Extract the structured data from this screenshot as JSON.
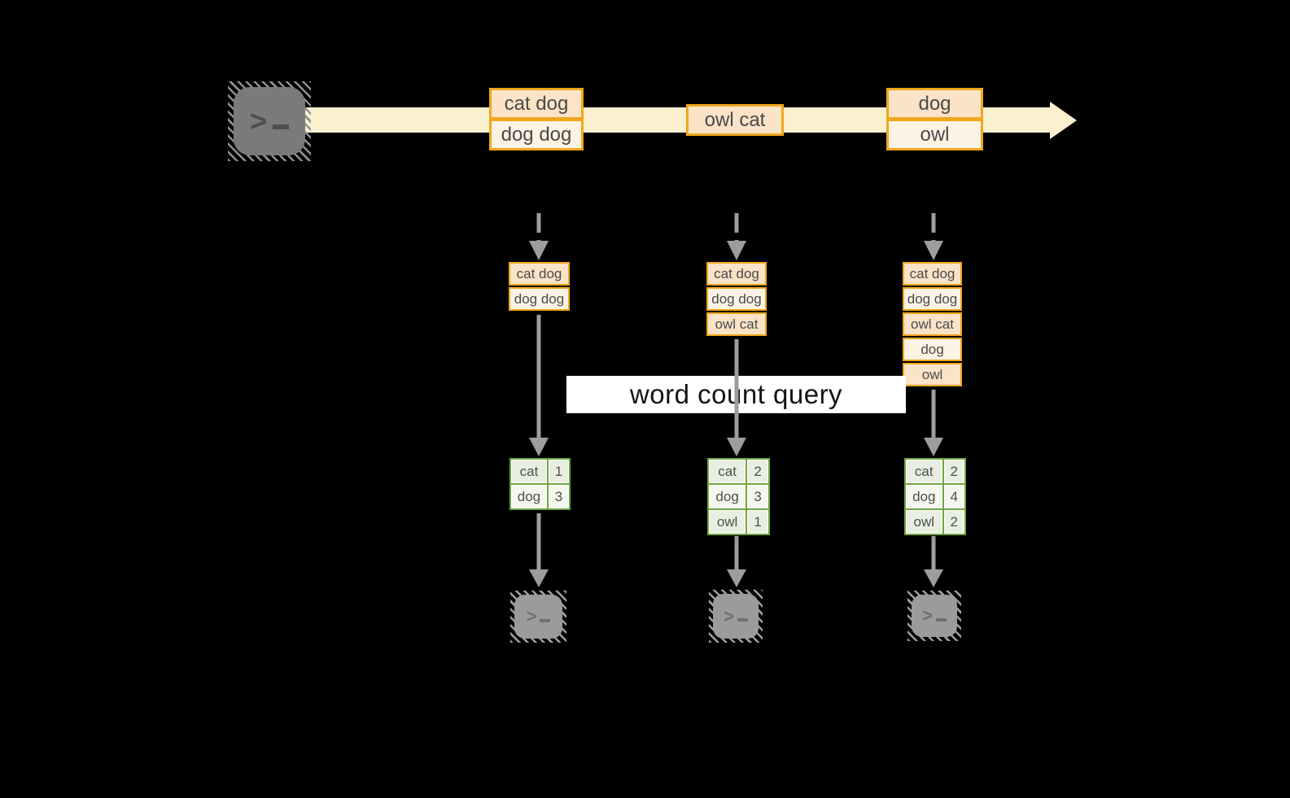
{
  "title": "word count query",
  "stream_batches": [
    [
      "cat dog",
      "dog dog"
    ],
    [
      "owl cat"
    ],
    [
      "dog",
      "owl"
    ]
  ],
  "pipelines": [
    {
      "inputs": [
        "cat dog",
        "dog dog"
      ],
      "counts": [
        {
          "word": "cat",
          "count": "1"
        },
        {
          "word": "dog",
          "count": "3"
        }
      ]
    },
    {
      "inputs": [
        "cat dog",
        "dog dog",
        "owl cat"
      ],
      "counts": [
        {
          "word": "cat",
          "count": "2"
        },
        {
          "word": "dog",
          "count": "3"
        },
        {
          "word": "owl",
          "count": "1"
        }
      ]
    },
    {
      "inputs": [
        "cat dog",
        "dog dog",
        "owl cat",
        "dog",
        "owl"
      ],
      "counts": [
        {
          "word": "cat",
          "count": "2"
        },
        {
          "word": "dog",
          "count": "4"
        },
        {
          "word": "owl",
          "count": "2"
        }
      ]
    }
  ],
  "icons": {
    "source_terminal": "terminal-prompt-icon",
    "output_terminal": "terminal-prompt-icon",
    "chevron": ">"
  },
  "colors": {
    "background": "#000000",
    "stream_band": "#FBF0CE",
    "orange_border": "#F0A71E",
    "row_peach": "#FAE3C7",
    "row_cream": "#FCF3E4",
    "green_border": "#6FA53F",
    "green_cell_a": "#E8EFE0",
    "green_cell_b": "#F3F7EE",
    "arrow_gray": "#9D9D9D",
    "terminal_dark": "#7A7A7A",
    "terminal_light": "#9B9B9B",
    "label_bg": "#FFFFFF"
  }
}
